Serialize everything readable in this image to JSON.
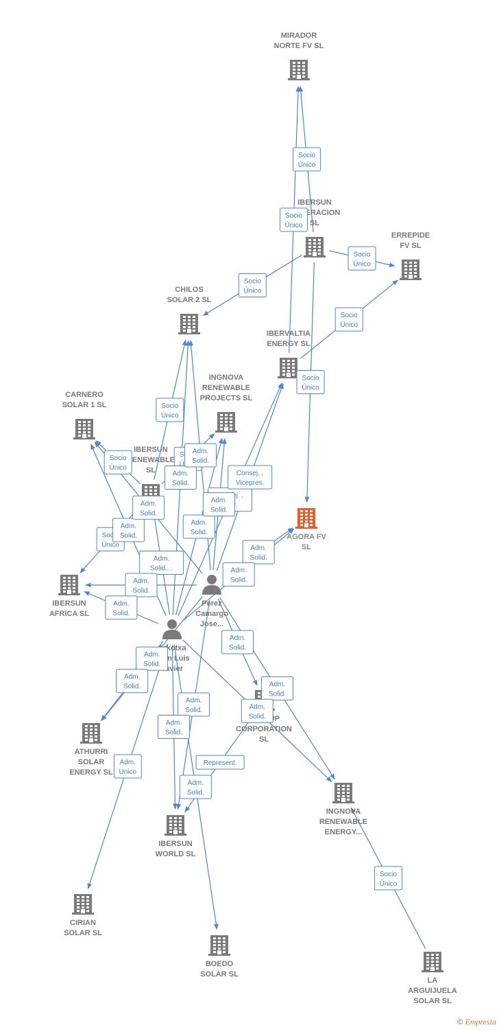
{
  "colors": {
    "edge": "#4a86d4",
    "company": "#7a7a7a",
    "focus": "#f05a28",
    "person": "#7a7a7a"
  },
  "footer": {
    "copyright": "©",
    "brand": "Empresia"
  },
  "nodes": [
    {
      "id": "mirador",
      "kind": "company",
      "lines": [
        "MIRADOR",
        "NORTE FV  SL"
      ]
    },
    {
      "id": "ibersun_gen",
      "kind": "company",
      "lines": [
        "IBERSUN",
        "GENERACION",
        "SL"
      ]
    },
    {
      "id": "errepide",
      "kind": "company",
      "lines": [
        "ERREPIDE",
        "FV  SL"
      ]
    },
    {
      "id": "chilos",
      "kind": "company",
      "lines": [
        "CHILOS",
        "SOLAR 2  SL"
      ]
    },
    {
      "id": "ibervaltia",
      "kind": "company",
      "lines": [
        "IBERVALTIA",
        "ENERGY  SL"
      ]
    },
    {
      "id": "ingnova_proj",
      "kind": "company",
      "lines": [
        "INGNOVA",
        "RENEWABLE",
        "PROJECTS  SL"
      ]
    },
    {
      "id": "carnero",
      "kind": "company",
      "lines": [
        "CARNERO",
        "SOLAR 1  SL"
      ]
    },
    {
      "id": "ibersun_ren",
      "kind": "company",
      "lines": [
        "IBERSUN",
        "RENEWABLE",
        "SL"
      ]
    },
    {
      "id": "agora",
      "kind": "focus",
      "lines": [
        "AGORA FV",
        "SL"
      ]
    },
    {
      "id": "ibersun_africa",
      "kind": "company",
      "lines": [
        "IBERSUN",
        "AFRICA  SL"
      ]
    },
    {
      "id": "perez",
      "kind": "person",
      "lines": [
        "Perez",
        "Camargo",
        "Jose..."
      ]
    },
    {
      "id": "arkotxa",
      "kind": "person",
      "lines": [
        "Arkotxa",
        "Juan Luis",
        "Javier"
      ]
    },
    {
      "id": "athurri",
      "kind": "company",
      "lines": [
        "ATHURRI",
        "SOLAR",
        "ENERGY  SL"
      ]
    },
    {
      "id": "arkup",
      "kind": "company",
      "lines": [
        "ARK- UP",
        "CORPORATION",
        "SL"
      ]
    },
    {
      "id": "ingnova_energy",
      "kind": "company",
      "lines": [
        "INGNOVA",
        "RENEWABLE",
        "ENERGY..."
      ]
    },
    {
      "id": "ibersun_world",
      "kind": "company",
      "lines": [
        "IBERSUN",
        "WORLD  SL"
      ]
    },
    {
      "id": "cirian",
      "kind": "company",
      "lines": [
        "CIRIAN",
        "SOLAR  SL"
      ]
    },
    {
      "id": "boedo",
      "kind": "company",
      "lines": [
        "BOEDO",
        "SOLAR  SL"
      ]
    },
    {
      "id": "arguijuela",
      "kind": "company",
      "lines": [
        "LA",
        "ARGUIJUELA",
        "SOLAR  SL"
      ]
    }
  ],
  "edges": [
    {
      "from": "ibersun_gen",
      "to": "mirador",
      "lines": [
        "Socio",
        "Único"
      ]
    },
    {
      "from": "ibervaltia",
      "to": "mirador",
      "lines": [
        "Socio",
        "Único"
      ]
    },
    {
      "from": "ibersun_gen",
      "to": "errepide",
      "lines": [
        "Socio",
        "Único"
      ]
    },
    {
      "from": "ibervaltia",
      "to": "errepide",
      "lines": [
        "Socio",
        "Único"
      ]
    },
    {
      "from": "ibersun_gen",
      "to": "chilos",
      "lines": [
        "Socio",
        "Único"
      ]
    },
    {
      "from": "ibersun_gen",
      "to": "agora",
      "lines": [
        "Socio",
        "Único"
      ]
    },
    {
      "from": "ibersun_ren",
      "to": "chilos",
      "lines": [
        "Socio",
        "Único"
      ]
    },
    {
      "from": "ibersun_ren",
      "to": "ingnova_proj",
      "lines": [
        "Socio",
        "Único"
      ]
    },
    {
      "from": "ibersun_ren",
      "to": "carnero",
      "lines": [
        "Socio",
        "Único"
      ]
    },
    {
      "from": "ibersun_ren",
      "to": "ibersun_africa",
      "lines": [
        "Socio",
        "Único"
      ]
    },
    {
      "from": "arkotxa",
      "to": "chilos",
      "lines": [
        "Adm.",
        "Solid."
      ]
    },
    {
      "from": "perez",
      "to": "chilos",
      "lines": [
        "Adm.",
        "Solid."
      ]
    },
    {
      "from": "arkotxa",
      "to": "ibervaltia",
      "lines": [
        "Consej. ,",
        "Secr."
      ]
    },
    {
      "from": "perez",
      "to": "ibervaltia",
      "lines": [
        "Consej. ,",
        "Vicepres."
      ]
    },
    {
      "from": "arkotxa",
      "to": "ingnova_proj",
      "lines": [
        "Adm.",
        "Solid."
      ]
    },
    {
      "from": "perez",
      "to": "ingnova_proj",
      "lines": [
        "Adm.",
        "Solid."
      ]
    },
    {
      "from": "arkotxa",
      "to": "carnero",
      "lines": [
        "Adm.",
        "Solid."
      ]
    },
    {
      "from": "perez",
      "to": "carnero",
      "lines": [
        "Adm.",
        "Solid."
      ]
    },
    {
      "from": "arkotxa",
      "to": "ibersun_ren",
      "lines": [
        "Adm.",
        "Solid...."
      ]
    },
    {
      "from": "perez",
      "to": "agora",
      "lines": [
        "Adm.",
        "Solid."
      ]
    },
    {
      "from": "arkotxa",
      "to": "agora",
      "lines": [
        "Adm.",
        "Solid."
      ]
    },
    {
      "from": "perez",
      "to": "ibersun_africa",
      "lines": [
        "Adm.",
        "Solid."
      ]
    },
    {
      "from": "arkotxa",
      "to": "ibersun_africa",
      "lines": [
        "Adm.",
        "Solid."
      ]
    },
    {
      "from": "perez",
      "to": "athurri",
      "lines": [
        "Adm.",
        "Solid."
      ]
    },
    {
      "from": "arkotxa",
      "to": "athurri",
      "lines": [
        "Adm.",
        "Solid."
      ]
    },
    {
      "from": "perez",
      "to": "ibersun_world",
      "lines": [
        "Adm.",
        "Solid."
      ]
    },
    {
      "from": "arkotxa",
      "to": "ibersun_world",
      "lines": [
        "Adm.",
        "Solid."
      ]
    },
    {
      "from": "arkup",
      "to": "ibersun_world",
      "lines": [
        "Represent."
      ]
    },
    {
      "from": "arkotxa",
      "to": "cirian",
      "lines": [
        "Adm.",
        "Unico"
      ]
    },
    {
      "from": "perez",
      "to": "ingnova_energy",
      "lines": [
        "Adm.",
        "Solid."
      ]
    },
    {
      "from": "arkotxa",
      "to": "ingnova_energy",
      "lines": [
        "Adm.",
        "Solid."
      ]
    },
    {
      "from": "arkotxa",
      "to": "boedo",
      "lines": [
        "Adm.",
        "Solid."
      ]
    },
    {
      "from": "arguijuela",
      "to": "ingnova_energy",
      "lines": [
        "Socio",
        "Único"
      ]
    },
    {
      "from": "perez",
      "to": "arkup",
      "lines": [
        "Adm.",
        "Solid."
      ]
    }
  ]
}
